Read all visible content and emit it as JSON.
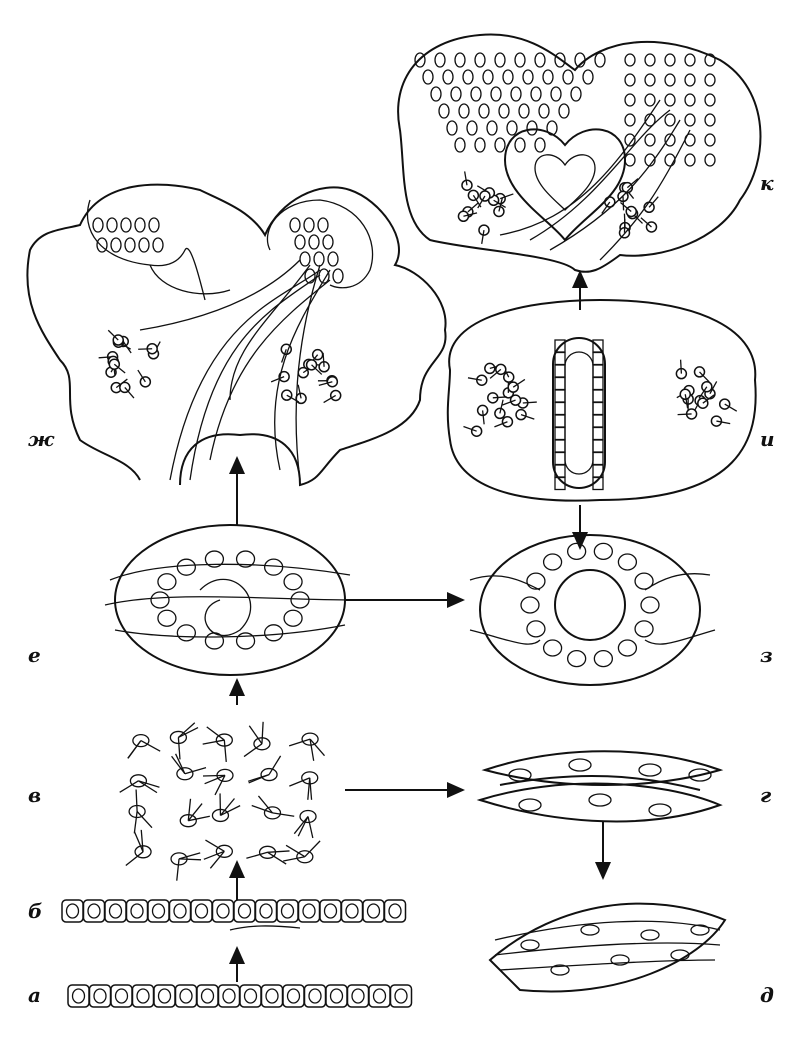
{
  "labels": {
    "a": "а",
    "b": "б",
    "v": "в",
    "g": "г",
    "d": "д",
    "e": "е",
    "zh": "ж",
    "z": "з",
    "i": "и",
    "k": "к"
  },
  "colors": {
    "ink": "#111111",
    "paper": "#ffffff"
  }
}
